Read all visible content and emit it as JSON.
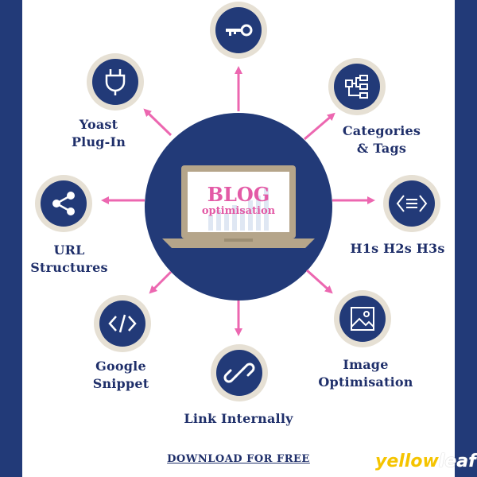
{
  "colors": {
    "navy": "#223a78",
    "pink": "#ec67b0",
    "ring": "#e6e0d4",
    "label": "#1f2f6a",
    "laptop_frame": "#b5a58a"
  },
  "center": {
    "title": "BLOG",
    "subtitle": "optimisation"
  },
  "nodes": [
    {
      "id": "keyword",
      "icon": "key-icon",
      "label": []
    },
    {
      "id": "categories",
      "icon": "hierarchy-icon",
      "label": [
        "Categories",
        "& Tags"
      ]
    },
    {
      "id": "headings",
      "icon": "menu-lines-icon",
      "label": [
        "H1s H2s H3s"
      ]
    },
    {
      "id": "image",
      "icon": "image-icon",
      "label": [
        "Image",
        "Optimisation"
      ]
    },
    {
      "id": "link",
      "icon": "chain-link-icon",
      "label": [
        "Link Internally"
      ]
    },
    {
      "id": "snippet",
      "icon": "code-brackets-icon",
      "label": [
        "Google",
        "Snippet"
      ]
    },
    {
      "id": "url",
      "icon": "share-icon",
      "label": [
        "URL",
        "Structures"
      ]
    },
    {
      "id": "yoast",
      "icon": "plug-icon",
      "label": [
        "Yoast",
        "Plug-In"
      ]
    }
  ],
  "footer": {
    "download_label": "DOWNLOAD FOR FREE"
  },
  "brand": {
    "part1": "yellow",
    "part2": "leaf"
  }
}
